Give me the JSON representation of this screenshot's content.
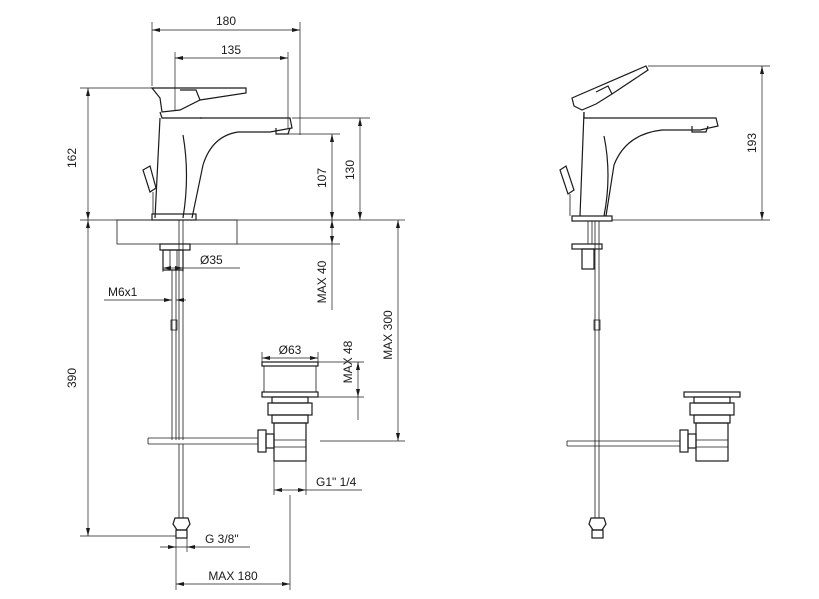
{
  "dimensions": {
    "width_180": "180",
    "width_135": "135",
    "height_162": "162",
    "height_107": "107",
    "height_130": "130",
    "height_390": "390",
    "dia_35": "Ø35",
    "max_40": "MAX 40",
    "max_300": "MAX 300",
    "m6x1": "M6x1",
    "dia_63": "Ø63",
    "max_48": "MAX 48",
    "g1_14": "G1\" 1/4",
    "g3_8": "G 3/8\"",
    "max_180": "MAX 180",
    "height_193": "193"
  }
}
